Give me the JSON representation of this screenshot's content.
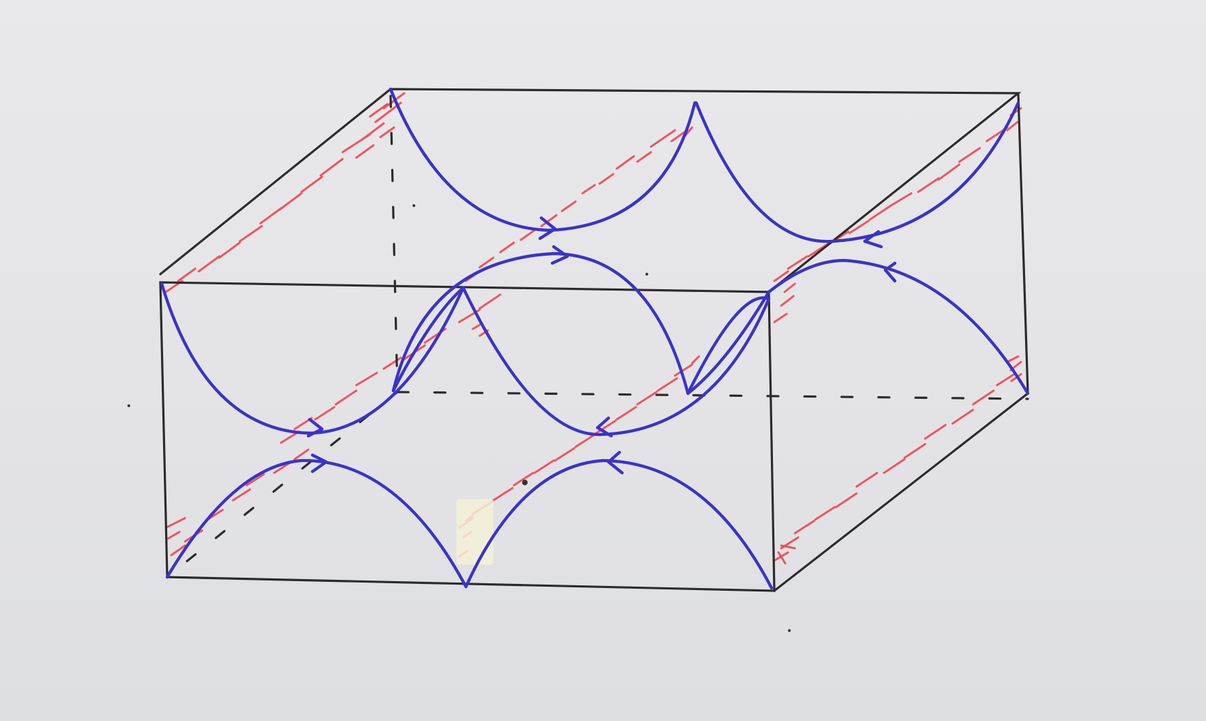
{
  "colors": {
    "paper": "#e4e4e6",
    "box_edges": "#2b2b2b",
    "flow_lines": "#3b33c8",
    "hatching": "#f0454f"
  },
  "drawing": {
    "style": "hand-drawn pen sketch",
    "box_visible_edges": 9,
    "box_hidden_edges": 3,
    "flow_curves": 11
  }
}
